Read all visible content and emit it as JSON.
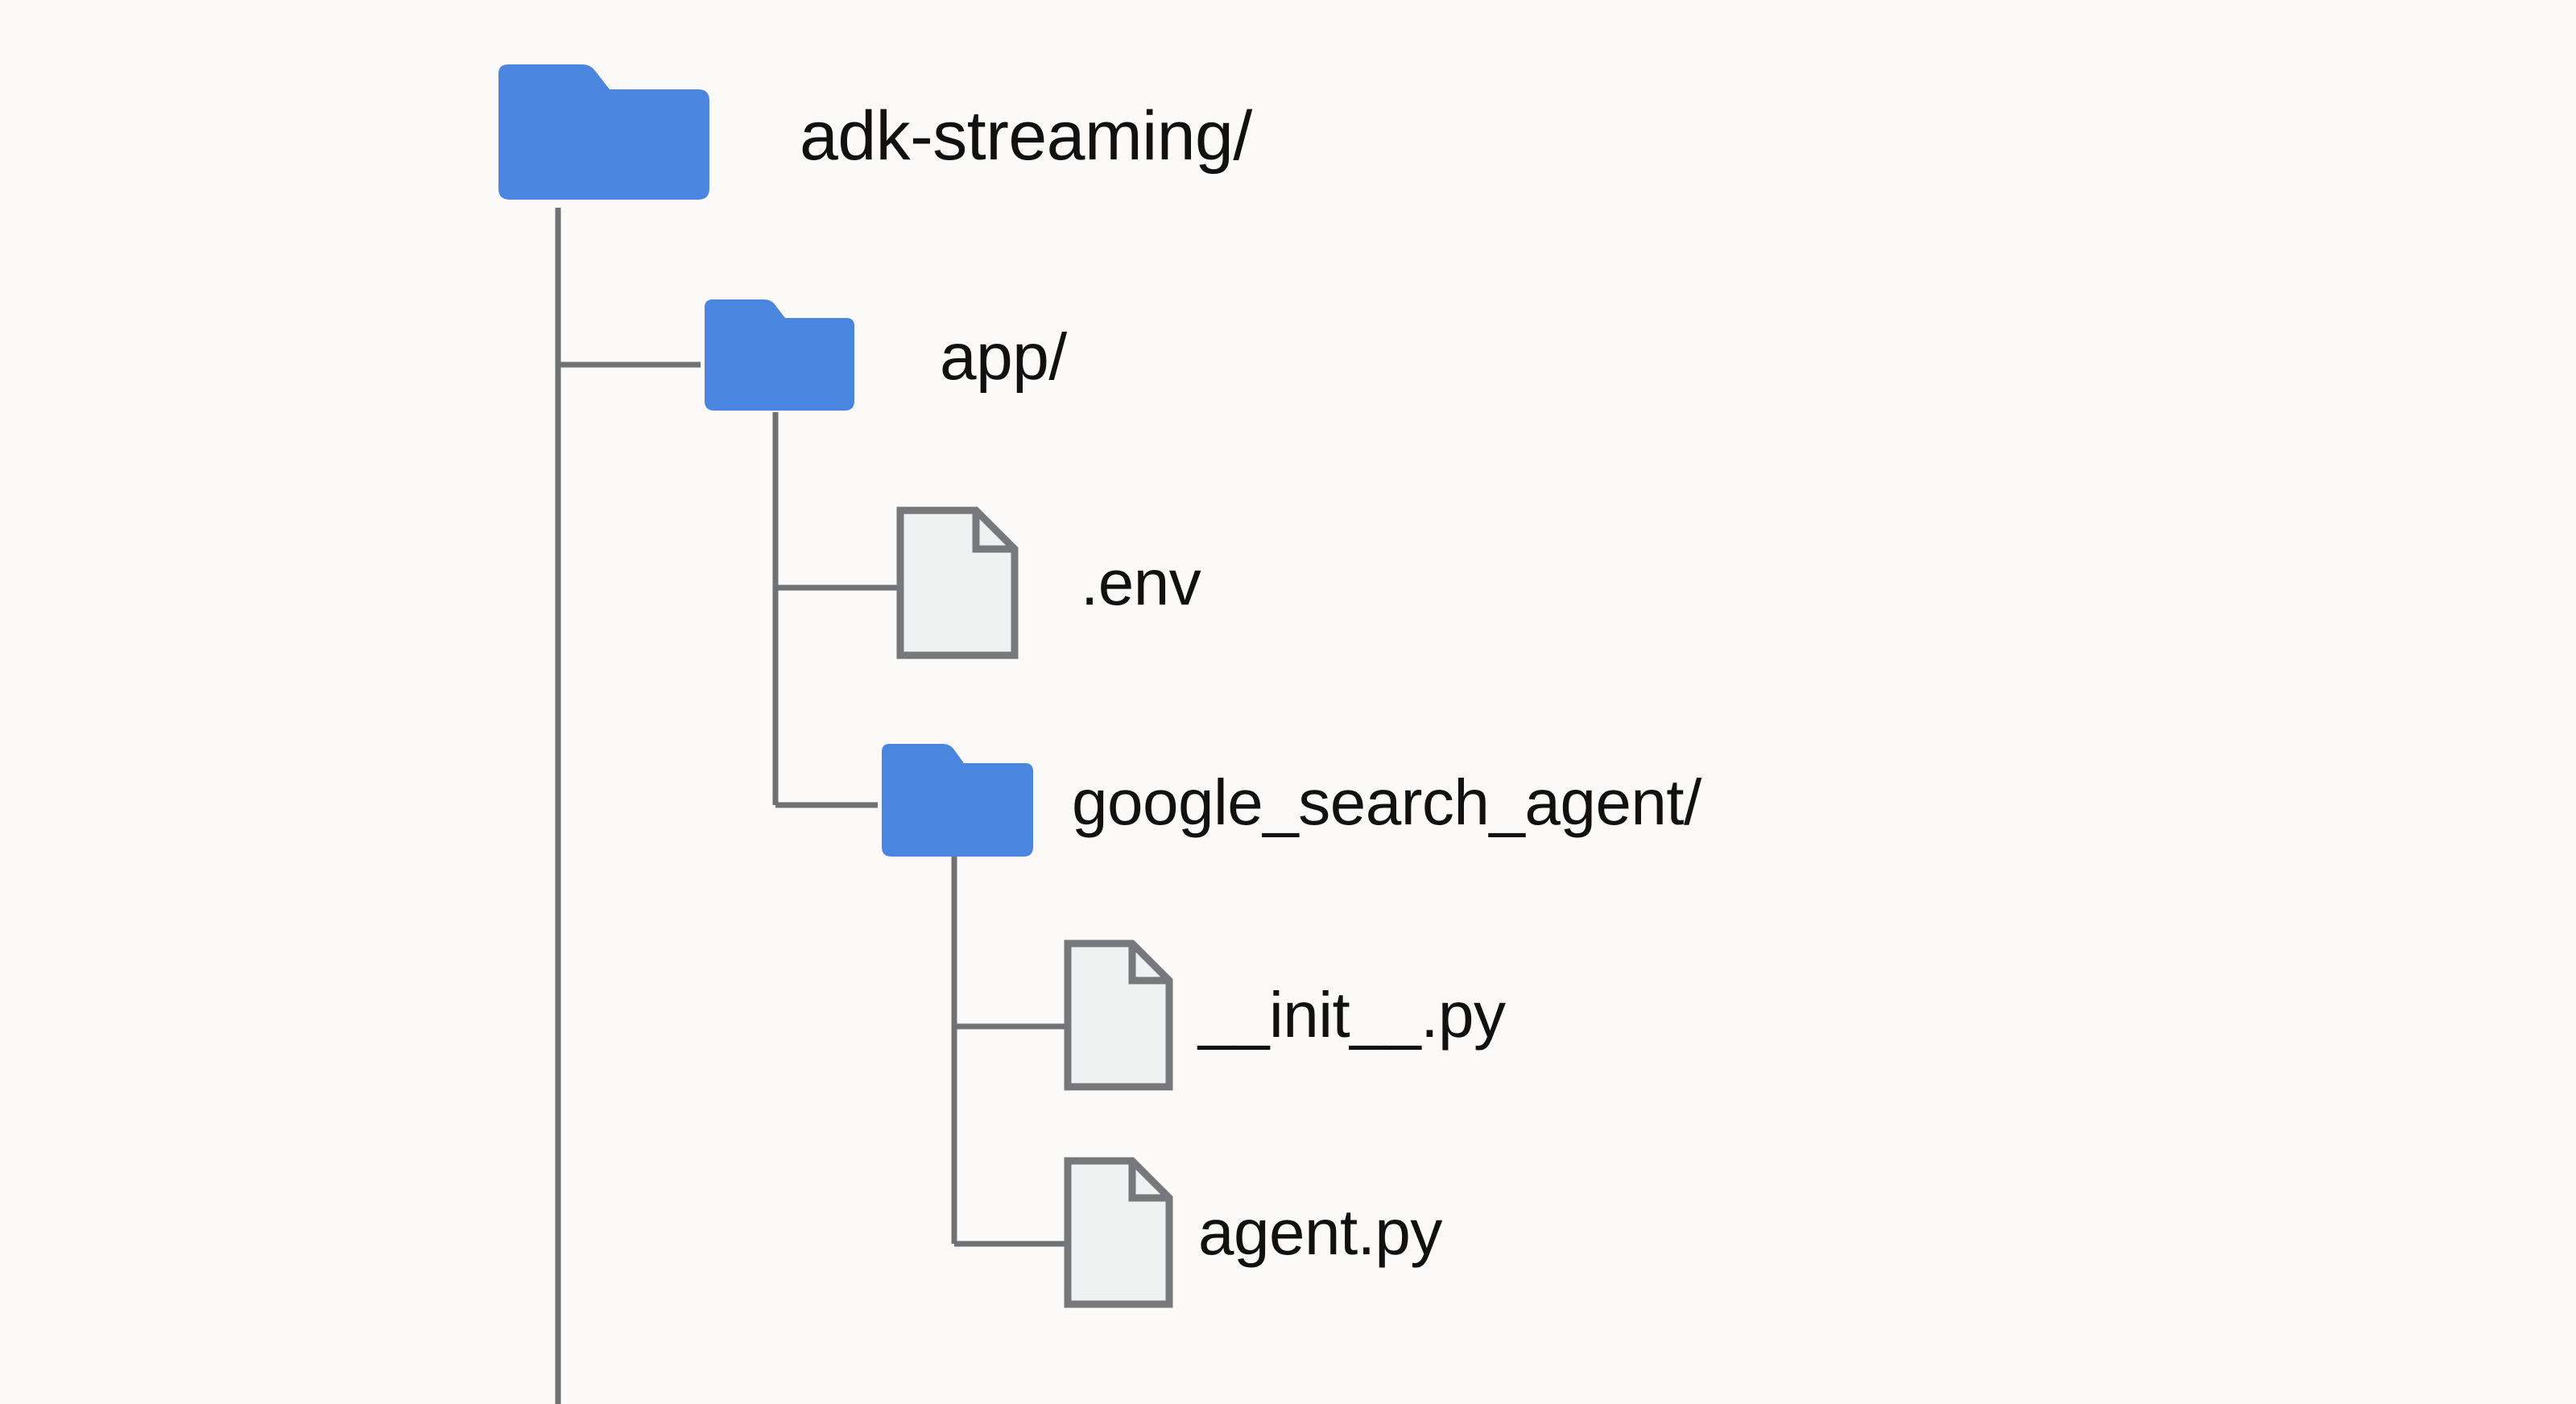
{
  "diagram": {
    "type": "file-tree",
    "title": "adk-streaming project structure",
    "background_color": "#fbfaf8",
    "folder_color": "#4a86e0",
    "file_fill_color": "#eff0f0",
    "file_stroke_color": "#77787b",
    "connector_color": "#6f7175",
    "text_color": "#111111"
  },
  "tree": {
    "nodes": [
      {
        "id": "root",
        "label": "adk-streaming/",
        "kind": "folder",
        "icon": "folder-icon",
        "depth": 0
      },
      {
        "id": "app",
        "label": "app/",
        "kind": "folder",
        "icon": "folder-icon",
        "depth": 1
      },
      {
        "id": "env",
        "label": ".env",
        "kind": "file",
        "icon": "file-icon",
        "depth": 2
      },
      {
        "id": "google_search_agent",
        "label": "google_search_agent/",
        "kind": "folder",
        "icon": "folder-icon",
        "depth": 2
      },
      {
        "id": "init_py",
        "label": "__init__.py",
        "kind": "file",
        "icon": "file-icon",
        "depth": 3
      },
      {
        "id": "agent_py",
        "label": "agent.py",
        "kind": "file",
        "icon": "file-icon",
        "depth": 3
      }
    ]
  }
}
